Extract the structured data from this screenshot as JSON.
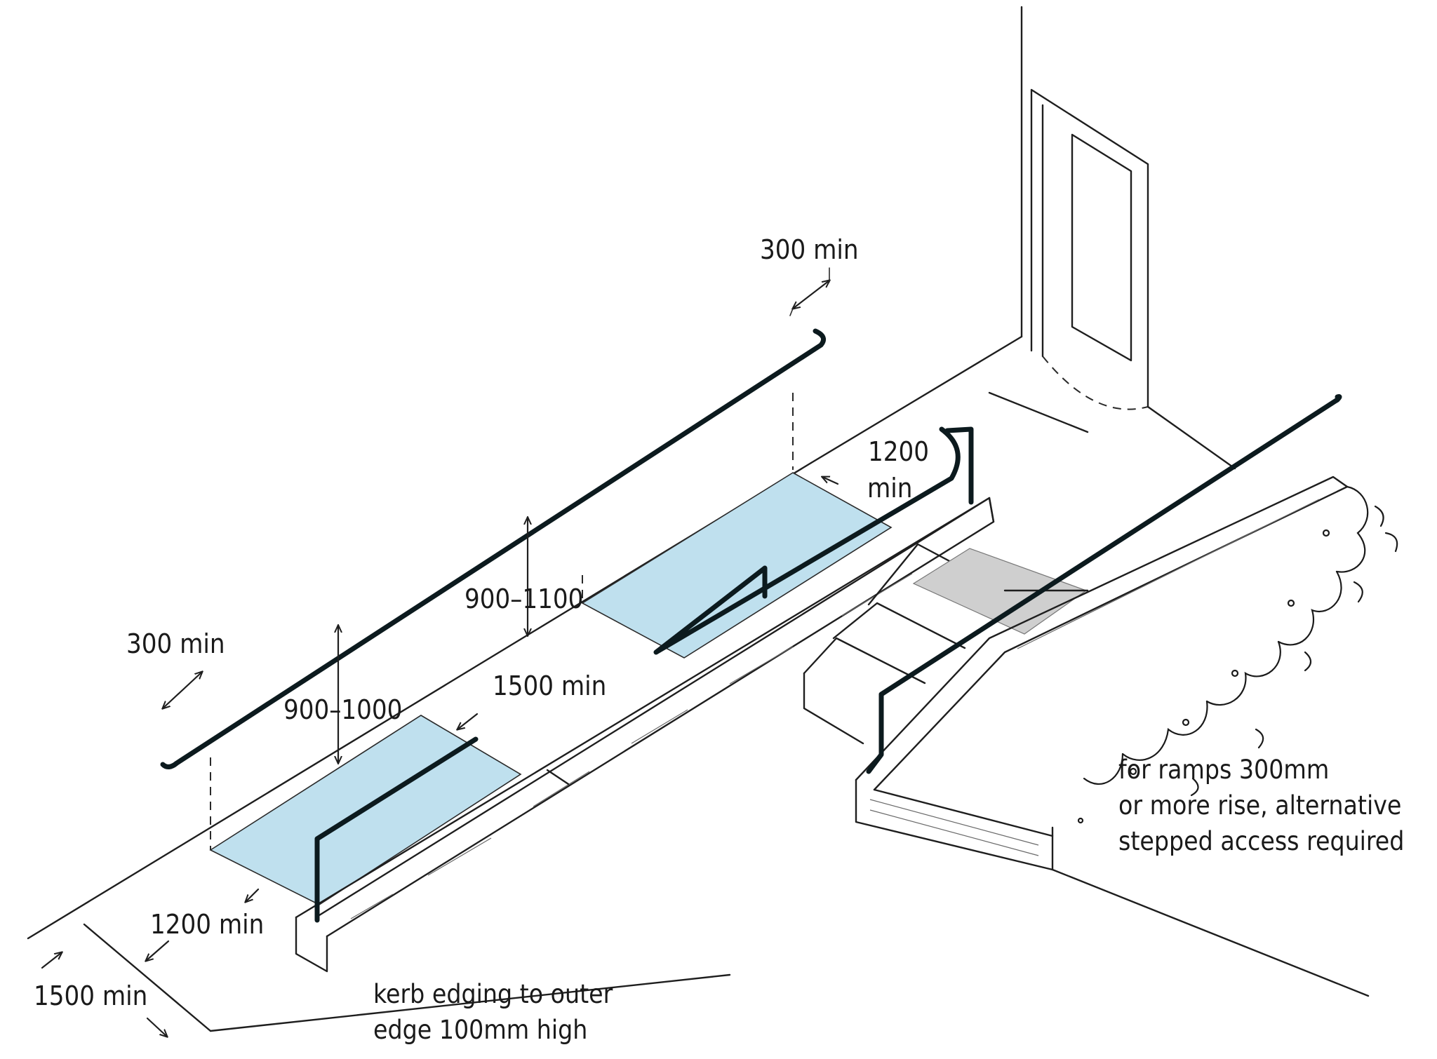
{
  "colors": {
    "landing_fill": "#bfe0ee",
    "tactile_fill": "#cfcfcf",
    "line": "#1e1e1e",
    "rail": "#0c1a1e"
  },
  "labels": {
    "top_rail_extension": "300 min",
    "upper_landing_width": "1200",
    "upper_landing_width_unit": "min",
    "upper_rail_height": "900–1100",
    "lower_rail_extension": "300 min",
    "mid_landing_length": "1500 min",
    "lower_rail_height": "900–1000",
    "lower_landing_width": "1200 min",
    "bottom_landing_length": "1500 min",
    "kerb_note": [
      "kerb edging to outer",
      "edge 100mm high"
    ],
    "stepped_note": [
      "for ramps 300mm",
      "or more rise, alternative",
      "stepped access required"
    ]
  },
  "icons": [
    "door-icon",
    "hedge-icon",
    "dimension-arrow-icon"
  ]
}
